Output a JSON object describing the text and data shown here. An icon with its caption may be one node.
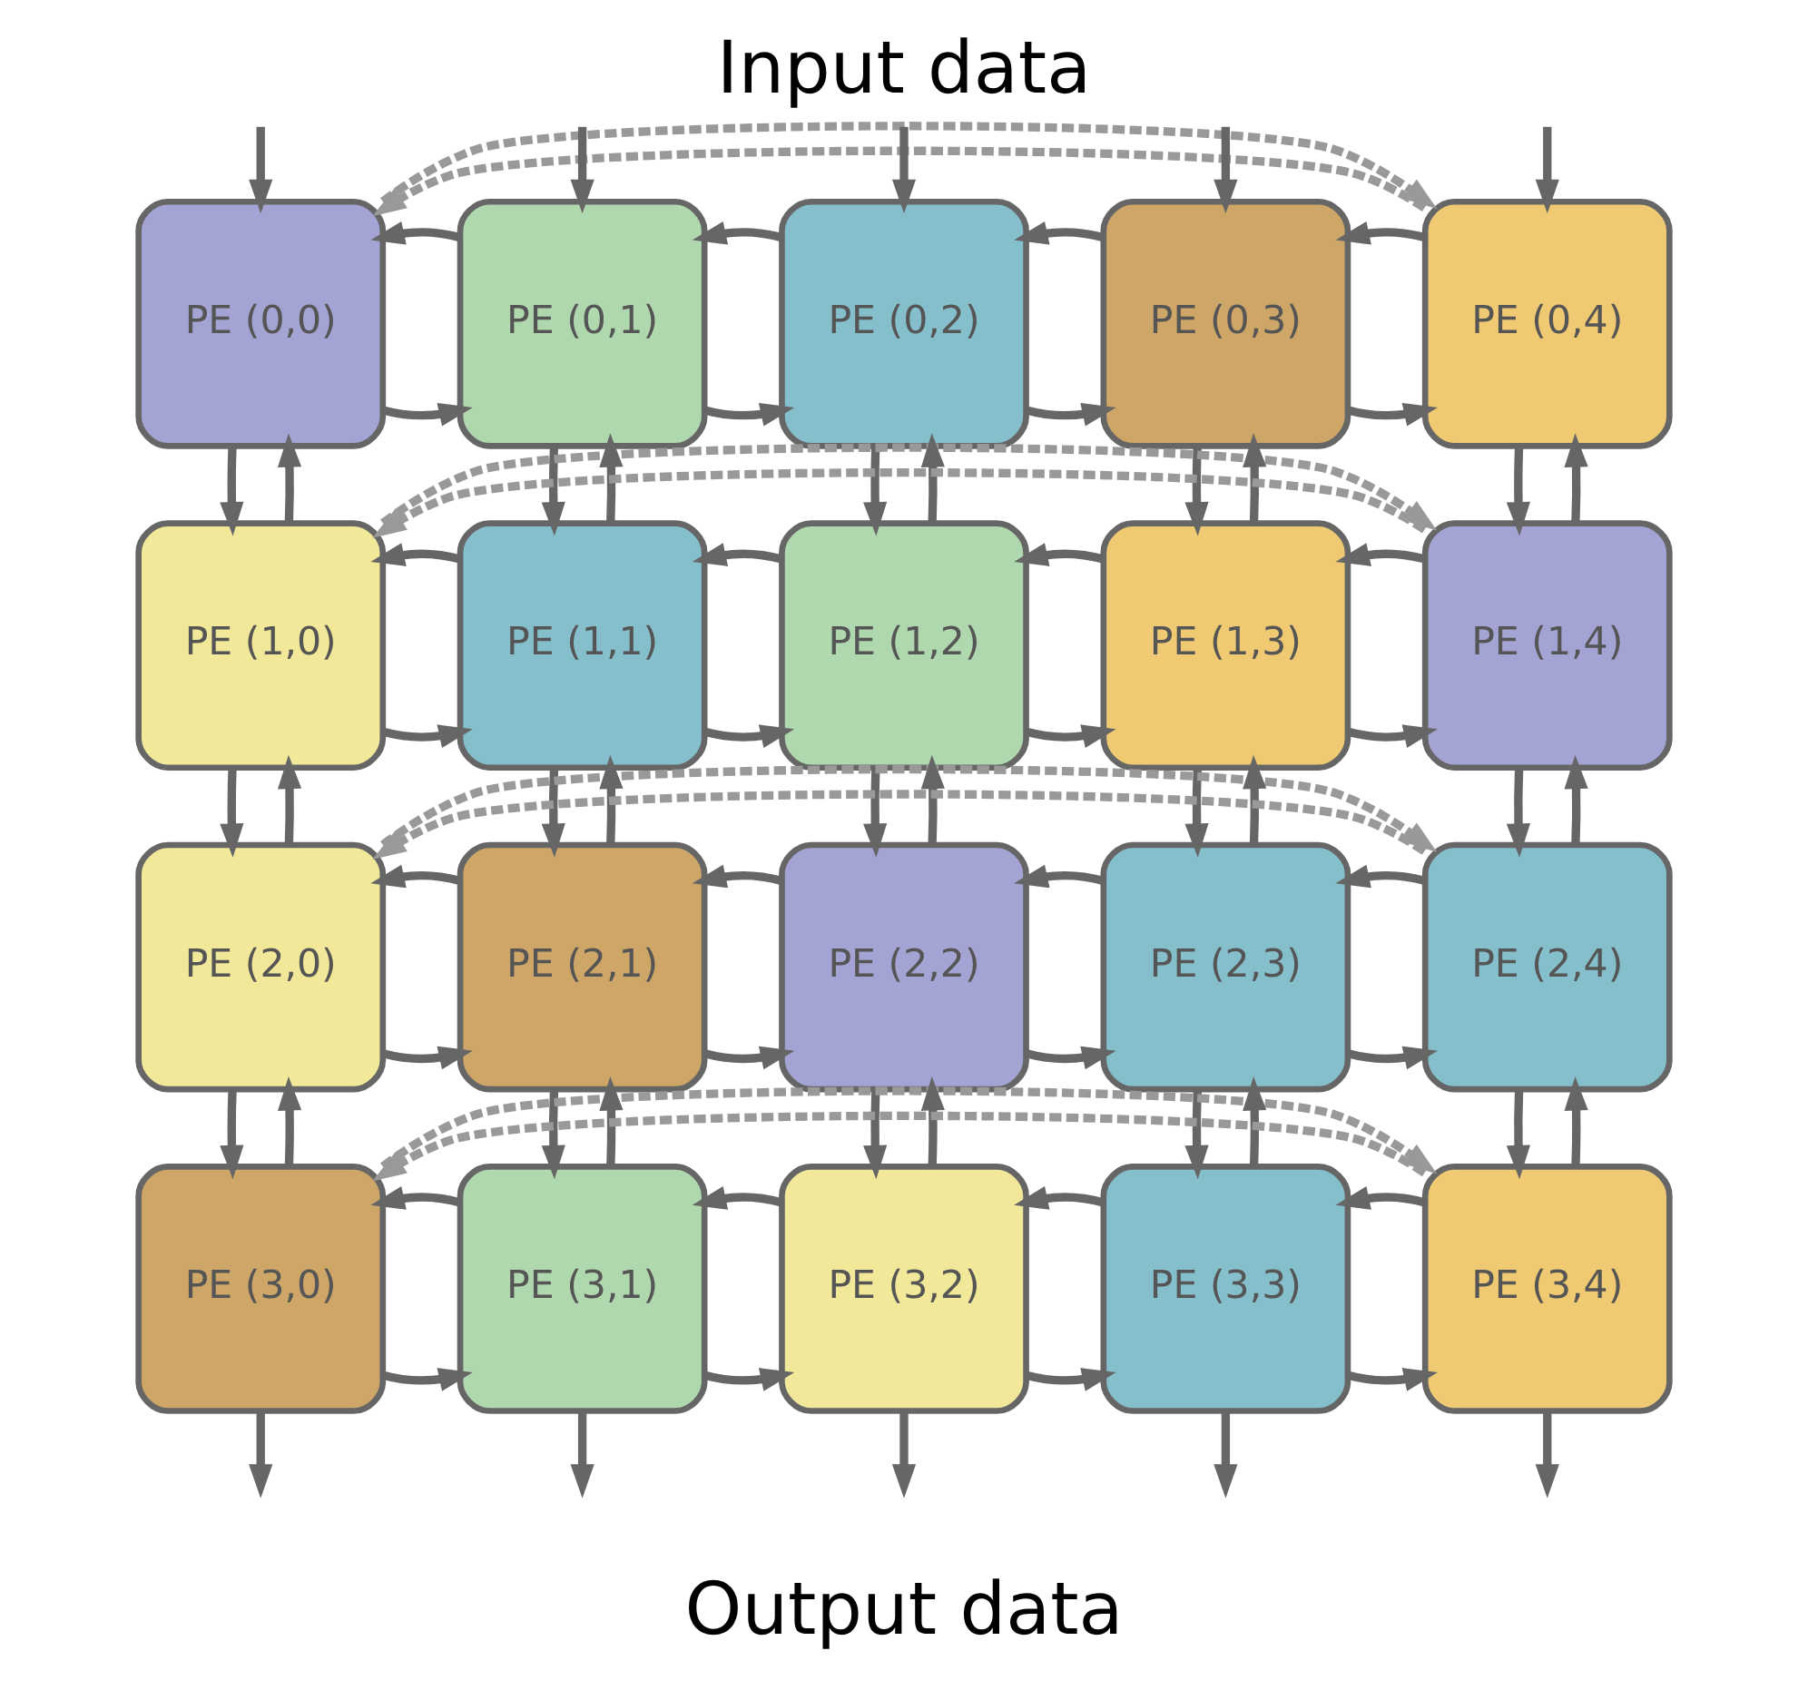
{
  "diagram": {
    "title": "Input data",
    "caption": "Output data",
    "nodes": [
      {
        "text": [
          "PE (0,0)"
        ]
      },
      {
        "text": [
          "PE (0,1)"
        ]
      },
      {
        "text": [
          "PE (0,2)"
        ]
      },
      {
        "text": [
          "PE (0,3)"
        ]
      },
      {
        "text": [
          "PE (0,4)"
        ]
      },
      {
        "text": [
          "PE (1,0)"
        ]
      },
      {
        "text": [
          "PE (1,1)"
        ]
      },
      {
        "text": [
          "PE (1,2)"
        ]
      },
      {
        "text": [
          "PE (1,3)"
        ]
      },
      {
        "text": [
          "PE (1,4)"
        ]
      },
      {
        "text": [
          "PE (2,0)"
        ]
      },
      {
        "text": [
          "PE (2,1)"
        ]
      },
      {
        "text": [
          "PE (2,2)"
        ]
      },
      {
        "text": [
          "PE (2,3)"
        ]
      },
      {
        "text": [
          "PE (2,4)"
        ]
      },
      {
        "text": [
          "PE (3,0)"
        ]
      },
      {
        "text": [
          "PE (3,1)"
        ]
      },
      {
        "text": [
          "PE (3,2)"
        ]
      },
      {
        "text": [
          "PE (3,3)"
        ]
      },
      {
        "text": [
          "PE (3,4)"
        ]
      }
    ],
    "edges": [
      {
        "from": 0,
        "to": 1,
        "arrow": "to"
      },
      {
        "from": 1,
        "to": 0,
        "arrow": "to"
      },
      {
        "from": 1,
        "to": 2,
        "arrow": "to"
      },
      {
        "from": 2,
        "to": 1,
        "arrow": "to"
      },
      {
        "from": 2,
        "to": 3,
        "arrow": "to"
      },
      {
        "from": 3,
        "to": 2,
        "arrow": "to"
      },
      {
        "from": 3,
        "to": 4,
        "arrow": "to"
      },
      {
        "from": 4,
        "to": 3,
        "arrow": "to"
      },
      {
        "from": 5,
        "to": 6,
        "arrow": "to"
      },
      {
        "from": 6,
        "to": 5,
        "arrow": "to"
      },
      {
        "from": 6,
        "to": 7,
        "arrow": "to"
      },
      {
        "from": 7,
        "to": 6,
        "arrow": "to"
      },
      {
        "from": 7,
        "to": 8,
        "arrow": "to"
      },
      {
        "from": 8,
        "to": 7,
        "arrow": "to"
      },
      {
        "from": 8,
        "to": 9,
        "arrow": "to"
      },
      {
        "from": 9,
        "to": 8,
        "arrow": "to"
      },
      {
        "from": 10,
        "to": 11,
        "arrow": "to"
      },
      {
        "from": 11,
        "to": 10,
        "arrow": "to"
      },
      {
        "from": 11,
        "to": 12,
        "arrow": "to"
      },
      {
        "from": 12,
        "to": 11,
        "arrow": "to"
      },
      {
        "from": 12,
        "to": 13,
        "arrow": "to"
      },
      {
        "from": 13,
        "to": 12,
        "arrow": "to"
      },
      {
        "from": 13,
        "to": 14,
        "arrow": "to"
      },
      {
        "from": 14,
        "to": 13,
        "arrow": "to"
      },
      {
        "from": 15,
        "to": 16,
        "arrow": "to"
      },
      {
        "from": 16,
        "to": 15,
        "arrow": "to"
      },
      {
        "from": 16,
        "to": 17,
        "arrow": "to"
      },
      {
        "from": 17,
        "to": 16,
        "arrow": "to"
      },
      {
        "from": 17,
        "to": 18,
        "arrow": "to"
      },
      {
        "from": 18,
        "to": 17,
        "arrow": "to"
      },
      {
        "from": 18,
        "to": 19,
        "arrow": "to"
      },
      {
        "from": 19,
        "to": 18,
        "arrow": "to"
      },
      {
        "from": 0,
        "to": 5,
        "arrow": "to"
      },
      {
        "from": 5,
        "to": 0,
        "arrow": "to"
      },
      {
        "from": 1,
        "to": 6,
        "arrow": "to"
      },
      {
        "from": 6,
        "to": 1,
        "arrow": "to"
      },
      {
        "from": 2,
        "to": 7,
        "arrow": "to"
      },
      {
        "from": 7,
        "to": 2,
        "arrow": "to"
      },
      {
        "from": 3,
        "to": 8,
        "arrow": "to"
      },
      {
        "from": 8,
        "to": 3,
        "arrow": "to"
      },
      {
        "from": 4,
        "to": 9,
        "arrow": "to"
      },
      {
        "from": 9,
        "to": 4,
        "arrow": "to"
      },
      {
        "from": 5,
        "to": 10,
        "arrow": "to"
      },
      {
        "from": 10,
        "to": 5,
        "arrow": "to"
      },
      {
        "from": 6,
        "to": 11,
        "arrow": "to"
      },
      {
        "from": 11,
        "to": 6,
        "arrow": "to"
      },
      {
        "from": 7,
        "to": 12,
        "arrow": "to"
      },
      {
        "from": 12,
        "to": 7,
        "arrow": "to"
      },
      {
        "from": 8,
        "to": 13,
        "arrow": "to"
      },
      {
        "from": 13,
        "to": 8,
        "arrow": "to"
      },
      {
        "from": 9,
        "to": 14,
        "arrow": "to"
      },
      {
        "from": 14,
        "to": 9,
        "arrow": "to"
      },
      {
        "from": 10,
        "to": 15,
        "arrow": "to"
      },
      {
        "from": 15,
        "to": 10,
        "arrow": "to"
      },
      {
        "from": 11,
        "to": 16,
        "arrow": "to"
      },
      {
        "from": 16,
        "to": 11,
        "arrow": "to"
      },
      {
        "from": 12,
        "to": 17,
        "arrow": "to"
      },
      {
        "from": 17,
        "to": 12,
        "arrow": "to"
      },
      {
        "from": 13,
        "to": 18,
        "arrow": "to"
      },
      {
        "from": 18,
        "to": 13,
        "arrow": "to"
      },
      {
        "from": 14,
        "to": 19,
        "arrow": "to"
      },
      {
        "from": 19,
        "to": 14,
        "arrow": "to"
      },
      {
        "from": null,
        "to": 0,
        "arrow": "to"
      },
      {
        "from": null,
        "to": 1,
        "arrow": "to"
      },
      {
        "from": null,
        "to": 2,
        "arrow": "to"
      },
      {
        "from": null,
        "to": 3,
        "arrow": "to"
      },
      {
        "from": null,
        "to": 4,
        "arrow": "to"
      },
      {
        "from": 15,
        "to": null,
        "arrow": "to"
      },
      {
        "from": 16,
        "to": null,
        "arrow": "to"
      },
      {
        "from": 17,
        "to": null,
        "arrow": "to"
      },
      {
        "from": 18,
        "to": null,
        "arrow": "to"
      },
      {
        "from": 19,
        "to": null,
        "arrow": "to"
      },
      {
        "from": 4,
        "to": 0,
        "arrow": "to",
        "style": "dashed",
        "color": "#999999"
      },
      {
        "from": 0,
        "to": 4,
        "arrow": "to",
        "style": "dashed",
        "color": "#999999"
      },
      {
        "from": 9,
        "to": 5,
        "arrow": "to",
        "style": "dashed",
        "color": "#999999"
      },
      {
        "from": 5,
        "to": 9,
        "arrow": "to",
        "style": "dashed",
        "color": "#999999"
      },
      {
        "from": 14,
        "to": 10,
        "arrow": "to",
        "style": "dashed",
        "color": "#999999"
      },
      {
        "from": 10,
        "to": 14,
        "arrow": "to",
        "style": "dashed",
        "color": "#999999"
      },
      {
        "from": 19,
        "to": 15,
        "arrow": "to",
        "style": "dashed",
        "color": "#999999"
      },
      {
        "from": 15,
        "to": 19,
        "arrow": "to",
        "style": "dashed",
        "color": "#999999"
      }
    ]
  }
}
